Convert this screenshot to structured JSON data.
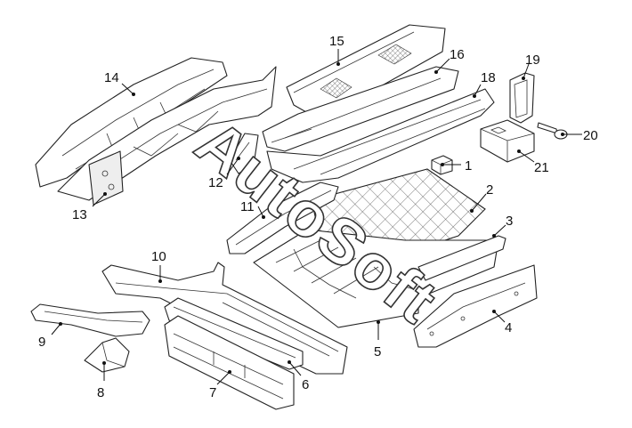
{
  "watermark": "AutoSoft",
  "callouts": {
    "c1": "1",
    "c2": "2",
    "c3": "3",
    "c4": "4",
    "c5": "5",
    "c6": "6",
    "c7": "7",
    "c8": "8",
    "c9": "9",
    "c10": "10",
    "c11": "11",
    "c12": "12",
    "c13": "13",
    "c14": "14",
    "c15": "15",
    "c16": "16",
    "c18": "18",
    "c19": "19",
    "c20": "20",
    "c21": "21"
  }
}
